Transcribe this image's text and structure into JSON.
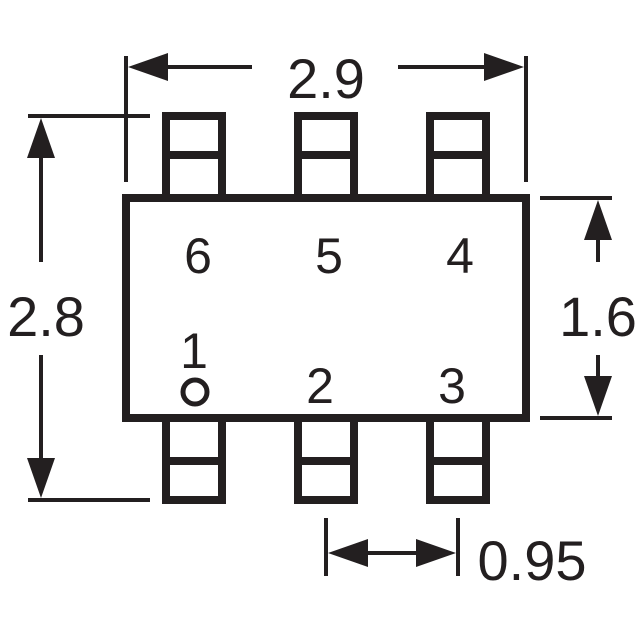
{
  "diagram": {
    "line_color": "#231f20",
    "background": "#ffffff",
    "dimensions": {
      "width": "2.9",
      "height": "2.8",
      "body_height": "1.6",
      "pitch": "0.95"
    },
    "pins": {
      "top": [
        "6",
        "5",
        "4"
      ],
      "bottom": [
        "1",
        "2",
        "3"
      ]
    },
    "pin1_marker": "circle"
  }
}
